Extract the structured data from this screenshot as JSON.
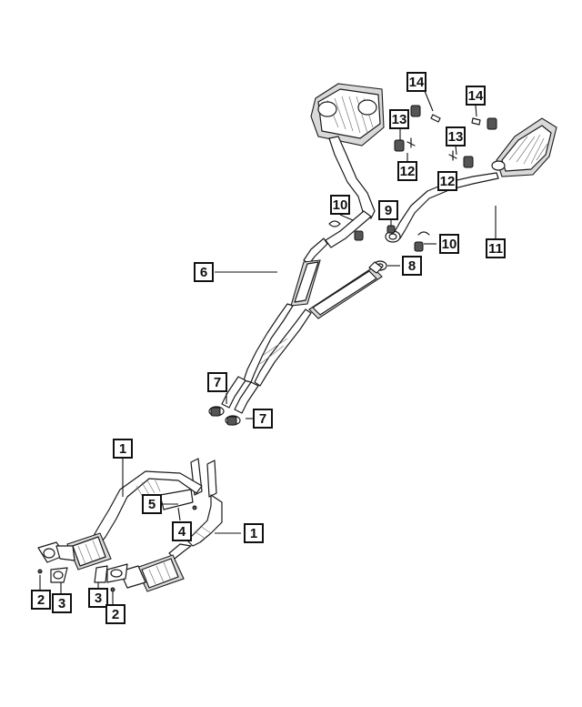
{
  "callouts": [
    {
      "id": "c14a",
      "label": "14"
    },
    {
      "id": "c14b",
      "label": "14"
    },
    {
      "id": "c13a",
      "label": "13"
    },
    {
      "id": "c13b",
      "label": "13"
    },
    {
      "id": "c12a",
      "label": "12"
    },
    {
      "id": "c12b",
      "label": "12"
    },
    {
      "id": "c10a",
      "label": "10"
    },
    {
      "id": "c9",
      "label": "9"
    },
    {
      "id": "c10b",
      "label": "10"
    },
    {
      "id": "c11",
      "label": "11"
    },
    {
      "id": "c8",
      "label": "8"
    },
    {
      "id": "c6",
      "label": "6"
    },
    {
      "id": "c7a",
      "label": "7"
    },
    {
      "id": "c7b",
      "label": "7"
    },
    {
      "id": "c1a",
      "label": "1"
    },
    {
      "id": "c5",
      "label": "5"
    },
    {
      "id": "c4",
      "label": "4"
    },
    {
      "id": "c1b",
      "label": "1"
    },
    {
      "id": "c2a",
      "label": "2"
    },
    {
      "id": "c3a",
      "label": "3"
    },
    {
      "id": "c3b",
      "label": "3"
    },
    {
      "id": "c2b",
      "label": "2"
    }
  ]
}
